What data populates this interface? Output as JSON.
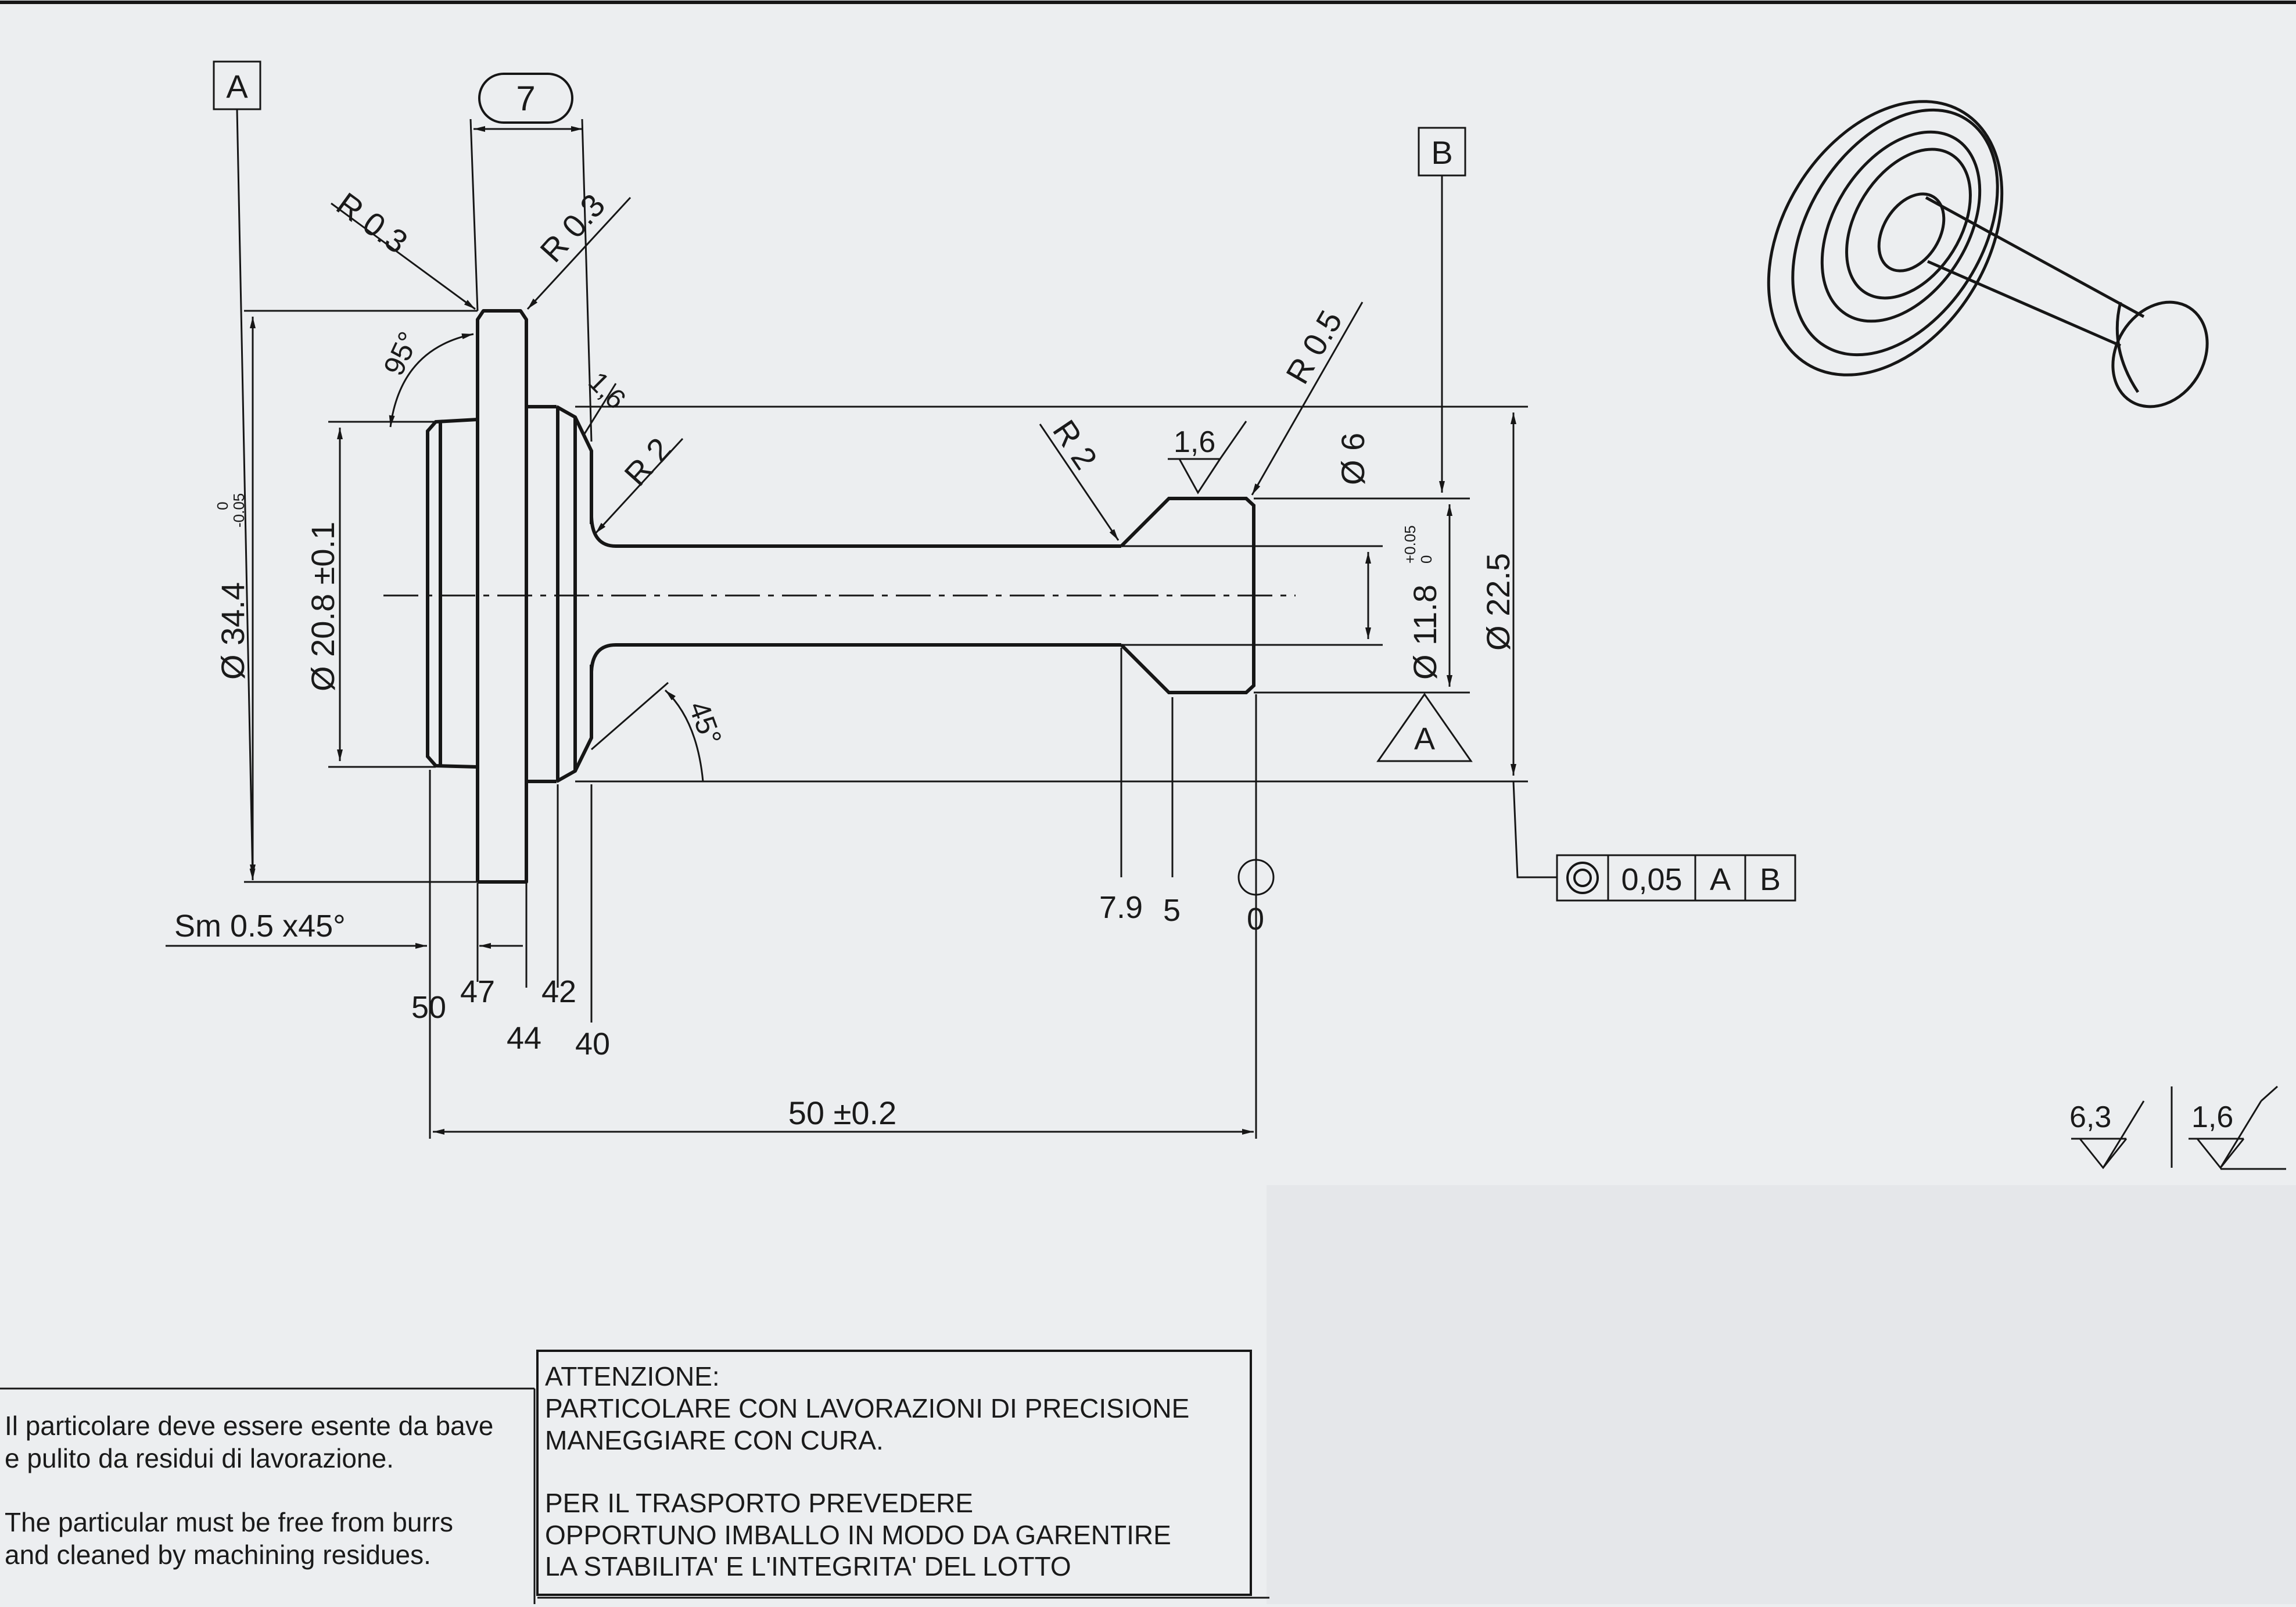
{
  "datums": {
    "a_box": "A",
    "b_box": "B",
    "a_triangle": "A"
  },
  "dimensions": {
    "width_bubble": "7",
    "radius_left": "R 0.3",
    "radius_right": "R 0.3",
    "angle_shoulder": "95°",
    "chamfer_small": "1,6",
    "radius_fillet": "R 2",
    "radius_neck": "R 2",
    "roughness_neck": "1,6",
    "radius_tip": "R 0.5",
    "dia_tip": "Ø 6",
    "dia_outer": "Ø 34.4",
    "dia_outer_tol_upper": "0",
    "dia_outer_tol_lower": "-0.05",
    "dia_boss": "Ø 20.8 ±0.1",
    "dia_shaft": "Ø 11.8",
    "dia_shaft_tol_upper": "+0.05",
    "dia_shaft_tol_lower": "0",
    "dia_bore": "Ø 22.5",
    "angle_cone": "45°",
    "chamfer_note": "Sm  0.5  x45°",
    "ord_50": "50",
    "ord_47": "47",
    "ord_44": "44",
    "ord_42": "42",
    "ord_40": "40",
    "ord_7_9": "7.9",
    "ord_5": "5",
    "ord_0": "0",
    "overall_length": "50 ±0.2"
  },
  "tolerance_frame": {
    "symbol": "concentricity-icon",
    "value": "0,05",
    "datum_1": "A",
    "datum_2": "B"
  },
  "roughness": {
    "general": "6,3",
    "other": "1,6"
  },
  "notes": {
    "it_line1": "Il particolare deve essere esente da bave",
    "it_line2": "e pulito da  residui di lavorazione.",
    "en_line1": "The particular must be free from burrs",
    "en_line2": "and cleaned by machining residues."
  },
  "warning": {
    "title": "ATTENZIONE:",
    "line1": "PARTICOLARE CON LAVORAZIONI DI PRECISIONE",
    "line2": "MANEGGIARE CON CURA.",
    "line3": "PER IL TRASPORTO PREVEDERE",
    "line4": "OPPORTUNO IMBALLO IN MODO DA GARENTIRE",
    "line5": "LA STABILITA' E L'INTEGRITA' DEL LOTTO"
  },
  "colors": {
    "paper": "#eceef0",
    "ink": "#161616"
  }
}
